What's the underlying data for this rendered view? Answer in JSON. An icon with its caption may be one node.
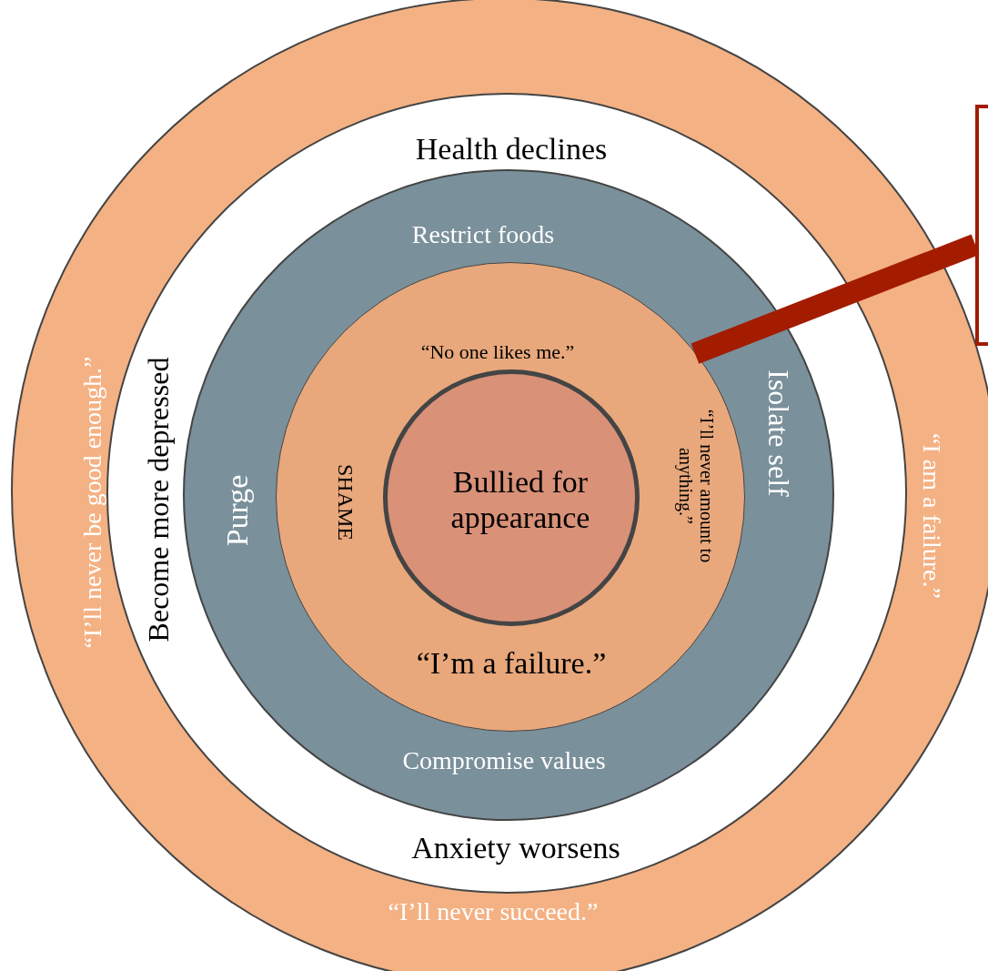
{
  "diagram": {
    "nodes": [
      {
        "text": [
          "“I’ll never be good enough.”",
          "“I am a failure.”",
          "“I’ll never succeed.”"
        ]
      },
      {
        "text": [
          "Health declines",
          "Become more depressed",
          "Anxiety worsens"
        ],
        "in": 0
      },
      {
        "text": [
          "Restrict foods",
          "Purge",
          "Isolate self",
          "Compromise values"
        ],
        "in": 1
      },
      {
        "text": [
          "“No one likes me.”",
          "SHAME",
          "“I’ll never amount to anything.”",
          "“I’m a failure.”"
        ],
        "in": 2
      },
      {
        "text": [
          "Bullied for appearance"
        ],
        "in": 3
      },
      {
        "text": [],
        "shape": "box"
      }
    ],
    "edges": [
      {
        "from": 5,
        "to": 3,
        "arrow": "none",
        "color": "#a31c00"
      }
    ]
  }
}
